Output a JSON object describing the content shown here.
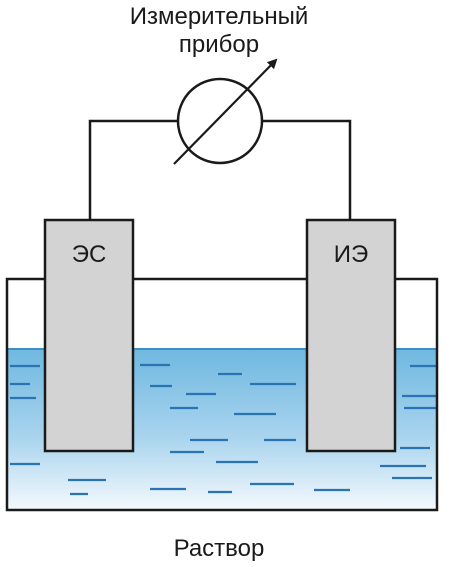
{
  "meter_label": {
    "line1": "Измерительный",
    "line2": "прибор"
  },
  "reference_electrode": {
    "label": "ЭС"
  },
  "indicator_electrode": {
    "label": "ИЭ"
  },
  "solution_label": "Раствор",
  "colors": {
    "outline": "#1a1a1a",
    "electrode_fill": "#d3d3d3",
    "liquid_top": "#6fb8e0",
    "liquid_bottom": "#f4f9fd",
    "ripple": "#2a74b4"
  }
}
